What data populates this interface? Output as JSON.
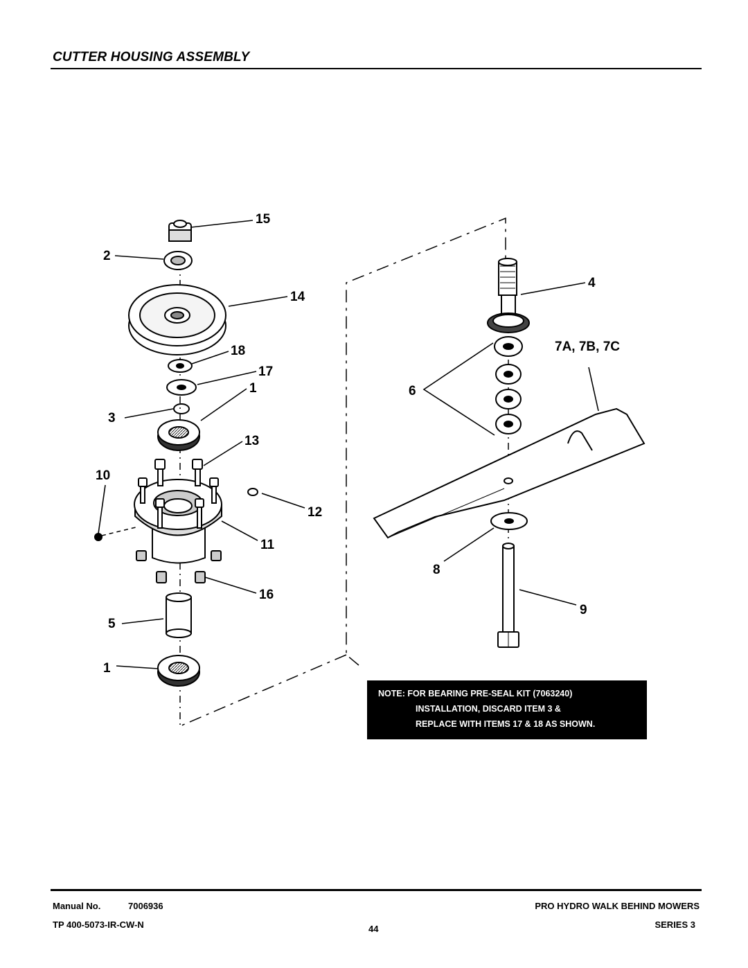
{
  "header": {
    "title": "CUTTER HOUSING ASSEMBLY"
  },
  "callouts": {
    "c15": "15",
    "c2": "2",
    "c14": "14",
    "c18": "18",
    "c17": "17",
    "c1a": "1",
    "c3": "3",
    "c13": "13",
    "c10": "10",
    "c12": "12",
    "c11": "11",
    "c16": "16",
    "c5": "5",
    "c1b": "1",
    "c4": "4",
    "c7": "7A, 7B, 7C",
    "c6": "6",
    "c8": "8",
    "c9": "9"
  },
  "note": {
    "line1": "NOTE: FOR BEARING PRE-SEAL KIT (7063240)",
    "line2": "INSTALLATION, DISCARD ITEM 3 &",
    "line3": "REPLACE WITH ITEMS 17 & 18 AS SHOWN."
  },
  "footer": {
    "manual_label": "Manual No.",
    "manual_number": "7006936",
    "tp_code": "TP 400-5073-IR-CW-N",
    "page_number": "44",
    "product": "PRO HYDRO WALK BEHIND MOWERS",
    "series": "SERIES 3"
  }
}
